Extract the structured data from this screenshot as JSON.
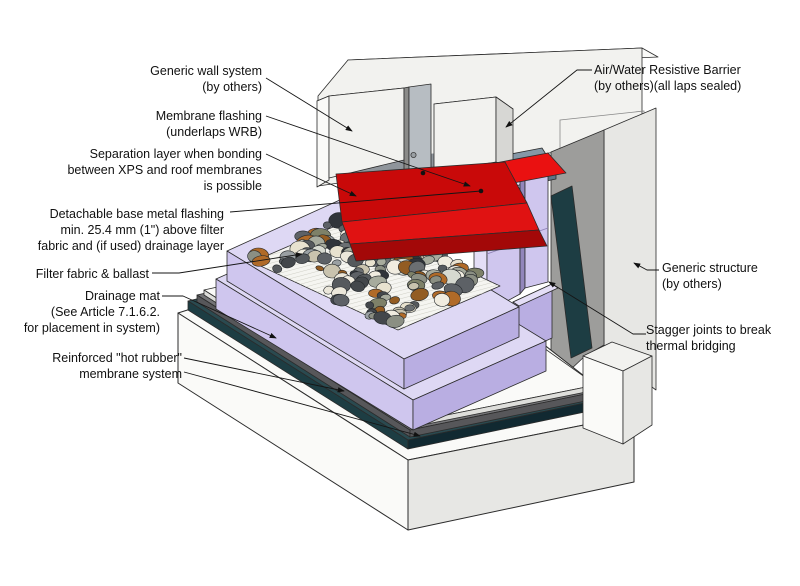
{
  "diagram": {
    "labels": {
      "generic_wall_system": "Generic wall system\n(by others)",
      "membrane_flashing": "Membrane flashing\n(underlaps WRB)",
      "separation_layer": "Separation layer when bonding\nbetween XPS and roof membranes\nis possible",
      "detachable_flashing": "Detachable base metal flashing\nmin. 25.4 mm (1\") above filter\nfabric and (if used) drainage layer",
      "filter_fabric": "Filter fabric & ballast",
      "drainage_mat": "Drainage mat\n(See Article 7.1.6.2.\nfor placement in system)",
      "hot_rubber": "Reinforced \"hot rubber\"\nmembrane system",
      "air_water_barrier": "Air/Water Resistive Barrier\n(by others)(all laps sealed)",
      "generic_structure": "Generic structure\n(by others)",
      "stagger_joints": "Stagger joints to break\nthermal bridging"
    },
    "colors": {
      "bg": "#ffffff",
      "label": "#111111",
      "outline": "#2b2b2b",
      "white_face": "#f2f2ef",
      "white_top": "#fafaf8",
      "white_dim": "#e7e7e4",
      "wall_gray": "#9d9d9b",
      "slate": "#8598a7",
      "slate_dark": "#5e7486",
      "gap_strip": "#b7bdc2",
      "shadow": "#8f959b",
      "teal": "#1d3d43",
      "teal_top": "#2a4a50",
      "teal_dark": "#112931",
      "mat": "#747477",
      "mat_dark": "#57575a",
      "sheet": "#fafaf8",
      "sheet_dark": "#dededb",
      "xps_face": "#cfc6ee",
      "xps_top": "#ded8f4",
      "xps_dark": "#b9aee2",
      "xps_light": "#e4def6",
      "red_main": "#c90909",
      "red_light": "#e01212",
      "red_top": "#ea1111",
      "red_dark": "#a30808",
      "fabric": "#f5f5f1"
    },
    "gravel_palette": [
      "#55595d",
      "#9aa0a3",
      "#ebe7da",
      "#7e8168",
      "#43474b",
      "#d6d9d0",
      "#b06a28",
      "#8b8f83",
      "#c9c3ae",
      "#30343a",
      "#a7ab9d",
      "#e8e2cf",
      "#6b6f72",
      "#935c22",
      "#f0ece0",
      "#5d6166"
    ]
  }
}
